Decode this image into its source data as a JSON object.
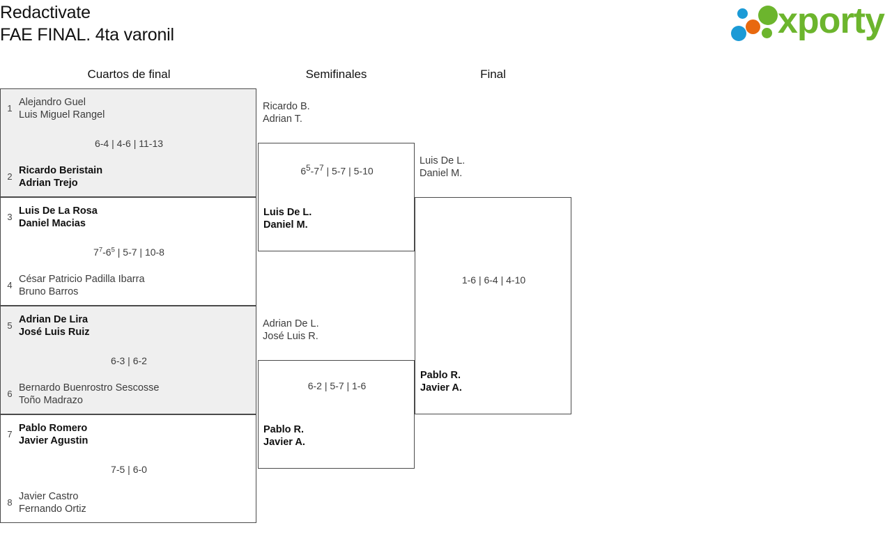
{
  "header": {
    "title_line1": "Redactivate",
    "title_line2": "FAE FINAL. 4ta varonil",
    "logo_word": "xporty",
    "logo_colors": {
      "green": "#6cb52d",
      "blue": "#1b9ad6",
      "orange": "#e8690f"
    }
  },
  "rounds": [
    {
      "label": "Cuartos de final"
    },
    {
      "label": "Semifinales"
    },
    {
      "label": "Final"
    }
  ],
  "quarterfinals": [
    {
      "shaded": true,
      "top": {
        "seed": "1",
        "p1": "Alejandro Guel",
        "p2": "Luis Miguel Rangel",
        "winner": false
      },
      "bottom": {
        "seed": "2",
        "p1": "Ricardo Beristain",
        "p2": "Adrian Trejo",
        "winner": true
      },
      "score": {
        "s1a": "6-4",
        "sep1": " | ",
        "s2": "4-6",
        "sep2": " | ",
        "s3": "11-13"
      },
      "score_plain": "6-4 | 4-6 | 11-13"
    },
    {
      "shaded": false,
      "top": {
        "seed": "3",
        "p1": "Luis De La Rosa",
        "p2": "Daniel Macias",
        "winner": true
      },
      "bottom": {
        "seed": "4",
        "p1": "César Patricio Padilla Ibarra",
        "p2": "Bruno Barros",
        "winner": false
      },
      "score_plain": "7⁷-6⁵ | 5-7 | 10-8",
      "score_parts": {
        "a": "7",
        "a_sup": "7",
        "b": "-6",
        "b_sup": "5",
        "rest": " | 5-7 | 10-8"
      }
    },
    {
      "shaded": true,
      "top": {
        "seed": "5",
        "p1": "Adrian De Lira",
        "p2": "José Luis Ruiz",
        "winner": true
      },
      "bottom": {
        "seed": "6",
        "p1": "Bernardo Buenrostro Sescosse",
        "p2": "Toño Madrazo",
        "winner": false
      },
      "score_plain": "6-3 | 6-2"
    },
    {
      "shaded": false,
      "top": {
        "seed": "7",
        "p1": "Pablo Romero",
        "p2": "Javier Agustin",
        "winner": true
      },
      "bottom": {
        "seed": "8",
        "p1": "Javier Castro",
        "p2": "Fernando Ortiz",
        "winner": false
      },
      "score_plain": "7-5 | 6-0"
    }
  ],
  "semifinals": [
    {
      "top": {
        "p1": "Ricardo B.",
        "p2": "Adrian T.",
        "winner": false
      },
      "bottom": {
        "p1": "Luis De L.",
        "p2": "Daniel M.",
        "winner": true
      },
      "score_plain": "6⁵-7⁷ | 5-7 | 5-10",
      "score_parts": {
        "a": "6",
        "a_sup": "5",
        "b": "-7",
        "b_sup": "7",
        "rest": " | 5-7 | 5-10"
      }
    },
    {
      "top": {
        "p1": "Adrian De L.",
        "p2": "José Luis R.",
        "winner": false
      },
      "bottom": {
        "p1": "Pablo R.",
        "p2": "Javier A.",
        "winner": true
      },
      "score_plain": "6-2 | 5-7 | 1-6"
    }
  ],
  "final": {
    "top": {
      "p1": "Luis De L.",
      "p2": "Daniel M.",
      "winner": false
    },
    "bottom": {
      "p1": "Pablo R.",
      "p2": "Javier A.",
      "winner": true
    },
    "score_plain": "1-6 | 6-4 | 4-10"
  }
}
